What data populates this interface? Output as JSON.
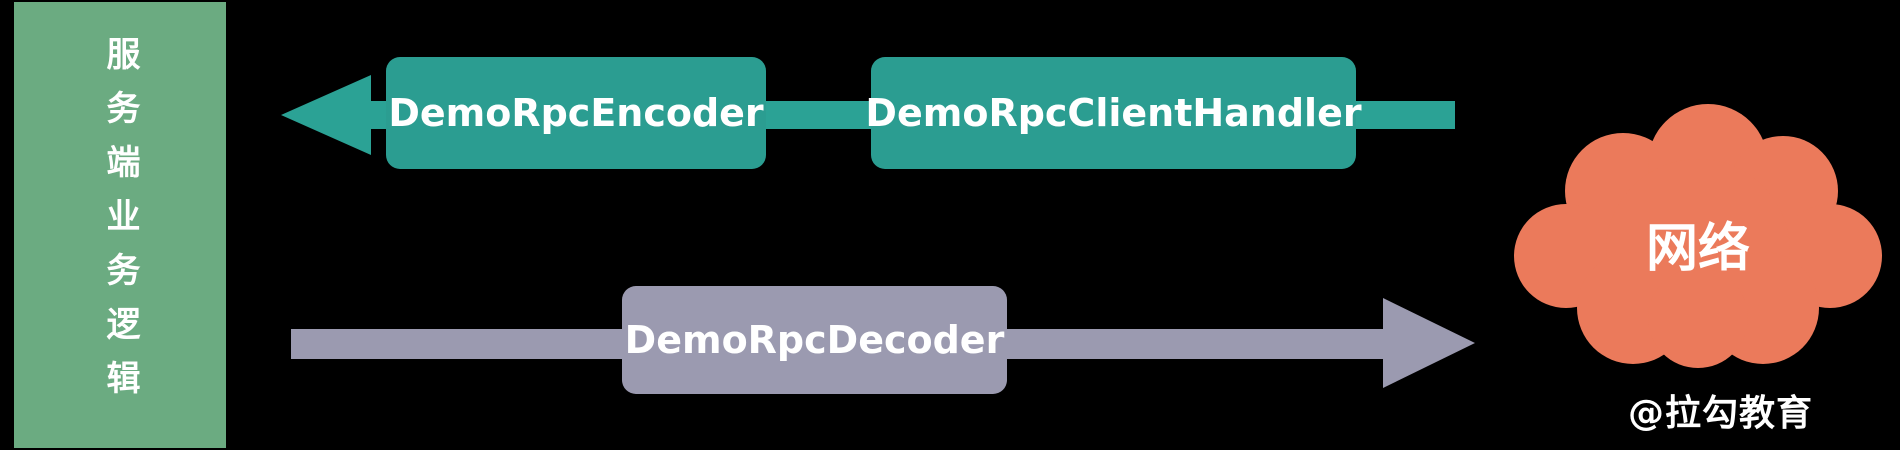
{
  "diagram": {
    "left_panel": {
      "label": "服务端业务逻辑"
    },
    "top_flow": {
      "direction": "left",
      "encoder_label": "DemoRpcEncoder",
      "handler_label": "DemoRpcClientHandler"
    },
    "bottom_flow": {
      "direction": "right",
      "decoder_label": "DemoRpcDecoder"
    },
    "cloud_label": "网络",
    "watermark": "@拉勾教育",
    "colors": {
      "background": "#000000",
      "green": "#6BAB81",
      "teal": "#2BA295",
      "teal-box": "#2B9D91",
      "gray": "#9B9AB0",
      "orange": "#EB7A5B",
      "text": "#FFFFFF"
    }
  }
}
